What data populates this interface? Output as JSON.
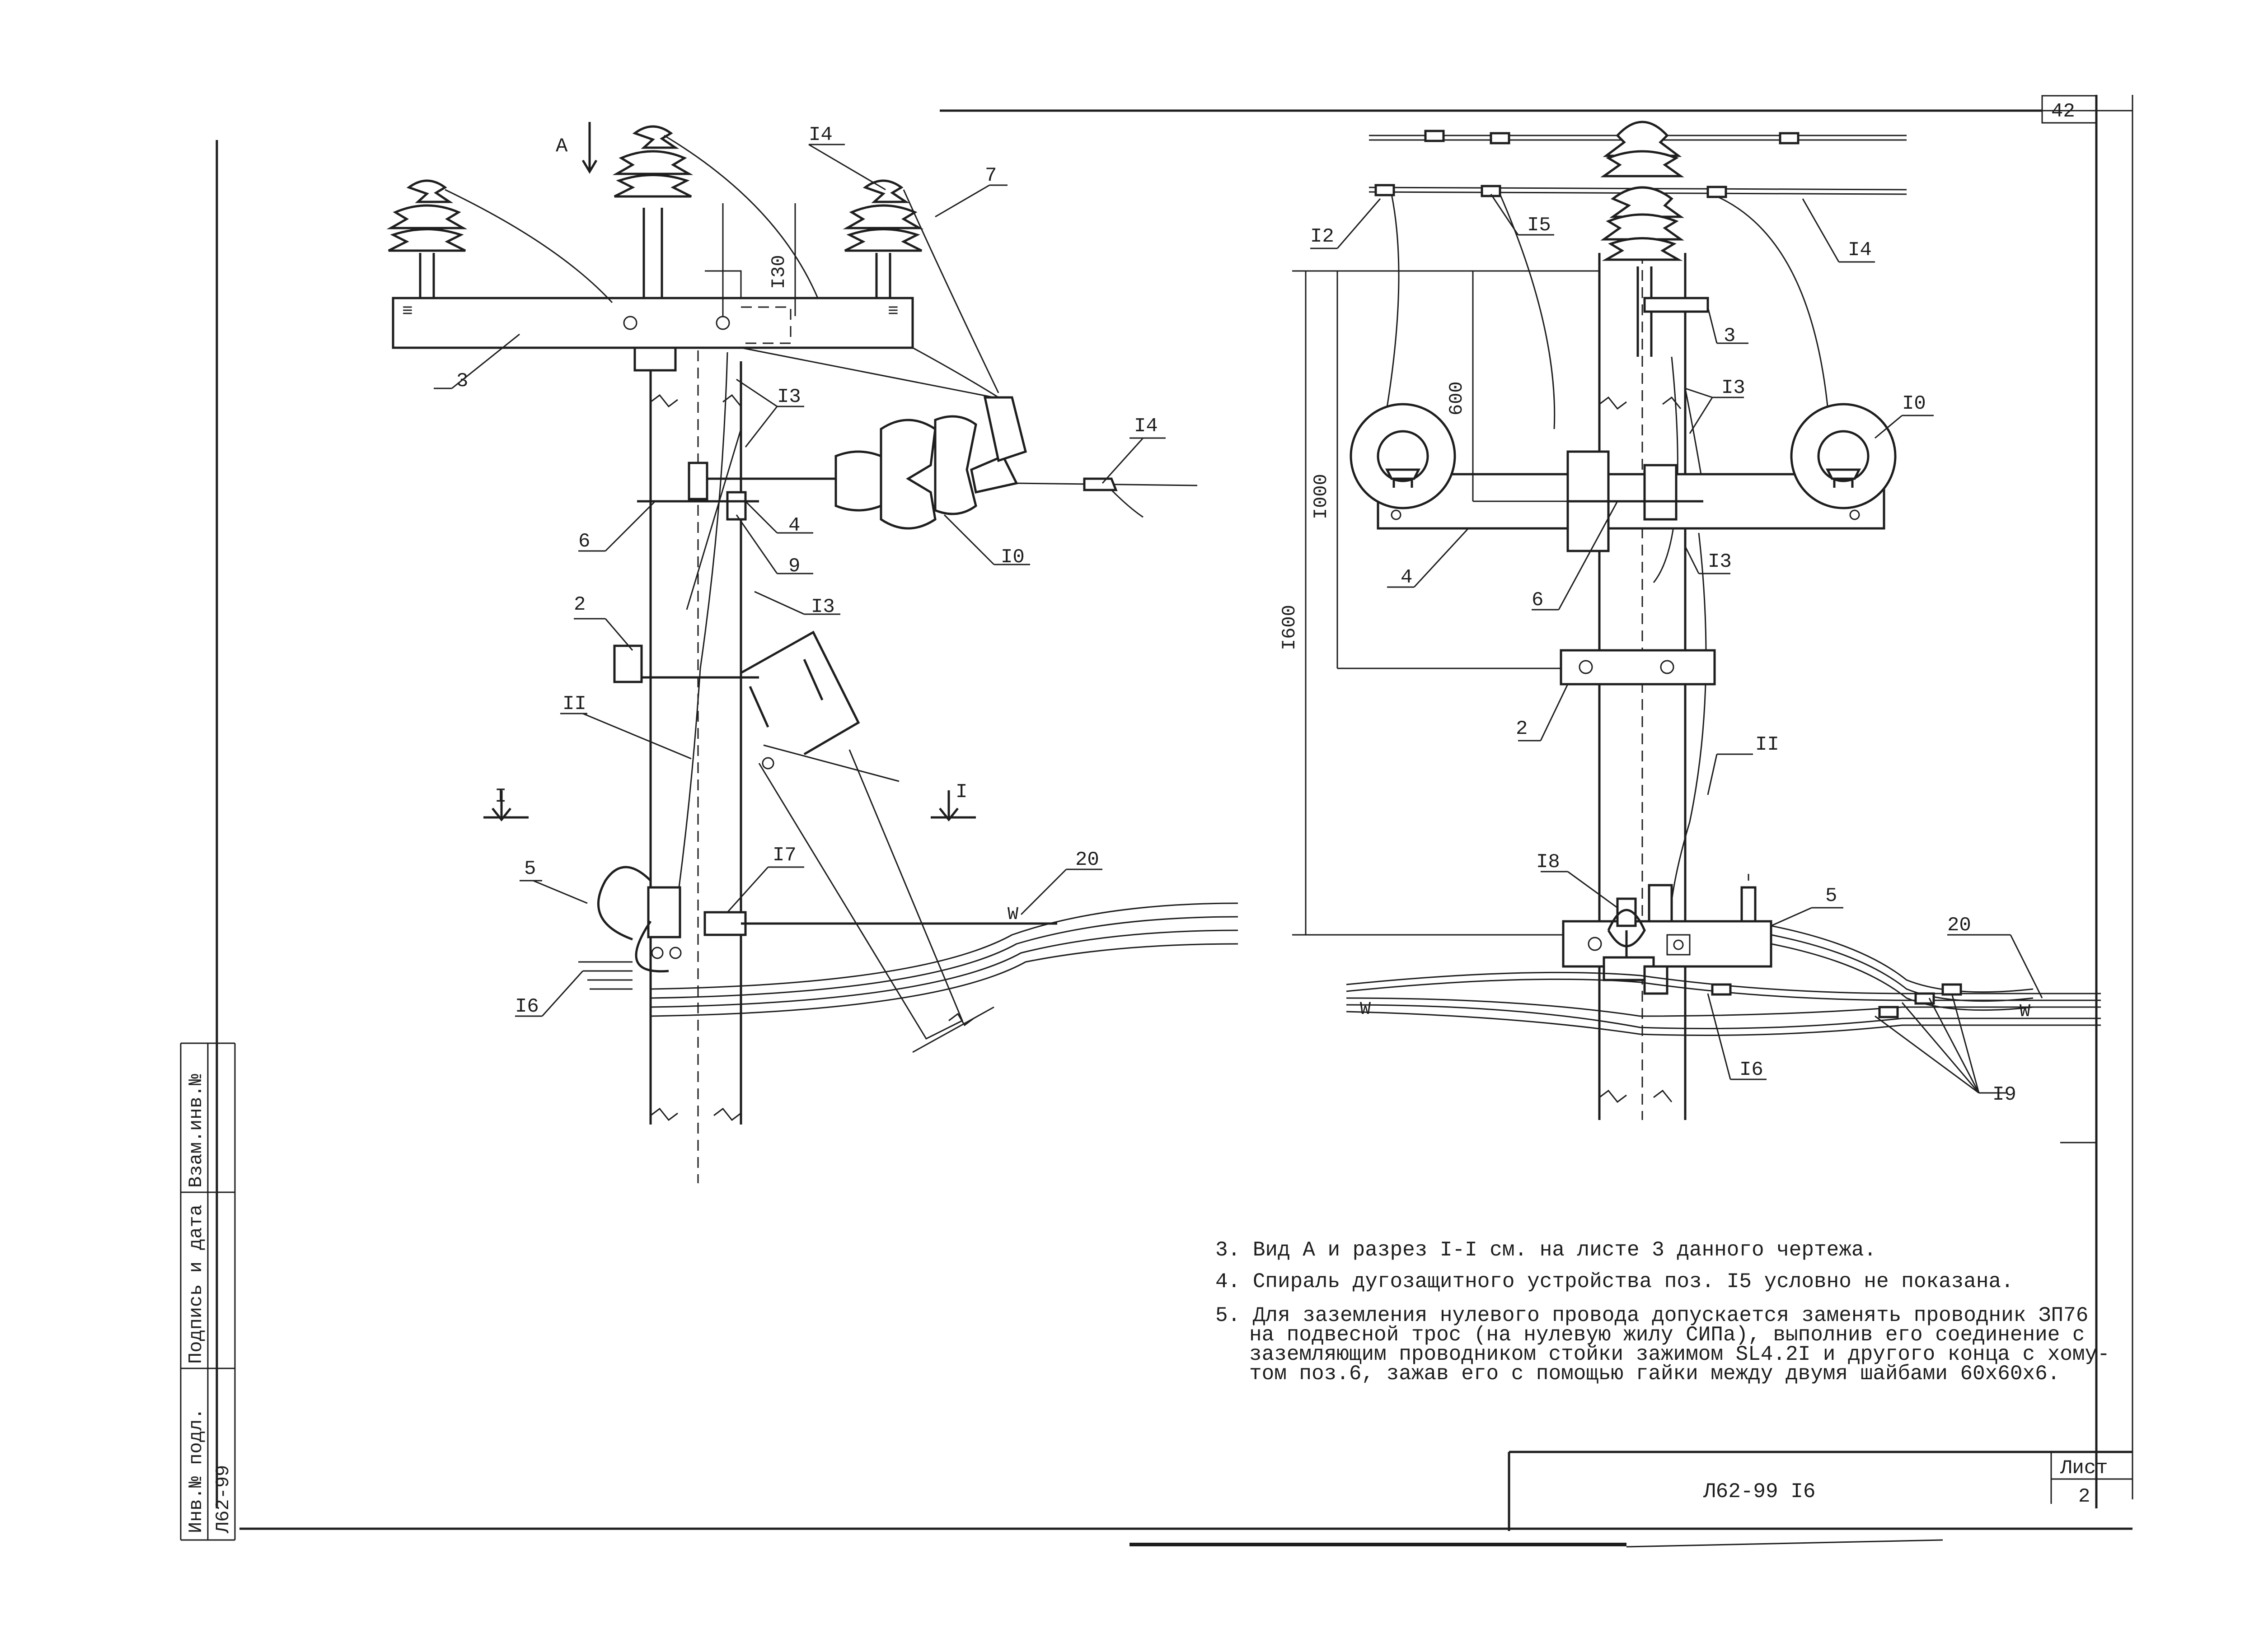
{
  "sheet_number": "42",
  "left_view": {
    "view_marker": "А",
    "section_left": "I",
    "section_right": "I",
    "dimension_130": "I30",
    "callouts": {
      "c3": "3",
      "c7": "7",
      "c14_top": "I4",
      "c14_right": "I4",
      "c13_a": "I3",
      "c13_b": "I3",
      "c6": "6",
      "c4": "4",
      "c9": "9",
      "c10": "I0",
      "c2": "2",
      "c11": "II",
      "c5": "5",
      "c17": "I7",
      "c20": "20",
      "c16": "I6"
    }
  },
  "right_view": {
    "dimensions": {
      "d600": "600",
      "d1000": "I000",
      "d1600": "I600"
    },
    "callouts": {
      "c12": "I2",
      "c15": "I5",
      "c14": "I4",
      "c3": "3",
      "c13_a": "I3",
      "c10": "I0",
      "c4": "4",
      "c6": "6",
      "c13_b": "I3",
      "c2": "2",
      "c11": "II",
      "c18": "I8",
      "c5": "5",
      "c20": "20",
      "c16": "I6",
      "c19": "I9"
    }
  },
  "notes": [
    "3. Вид А и разрез I-I см. на листе 3 данного чертежа.",
    "4. Спираль дугозащитного устройства поз. I5 условно не показана.",
    "5. Для заземления нулевого провода допускается заменять проводник ЗП76",
    "на подвесной трос (на нулевую жилу СИПа), выполнив его соединение с",
    "заземляющим проводником стойки зажимом SL4.2I и другого конца с хому-",
    "том поз.6, зажав его с помощью гайки между двумя шайбами 60х60х6."
  ],
  "side_stamp": {
    "inv_label": "Инв.№ подл.",
    "sign_label": "Подпись и дата",
    "vzam_label": "Взам.инв.№",
    "code": "Л62-99"
  },
  "title_block": {
    "doc_code": "Л62-99 I6",
    "sheet_label": "Лист",
    "sheet_value": "2"
  }
}
